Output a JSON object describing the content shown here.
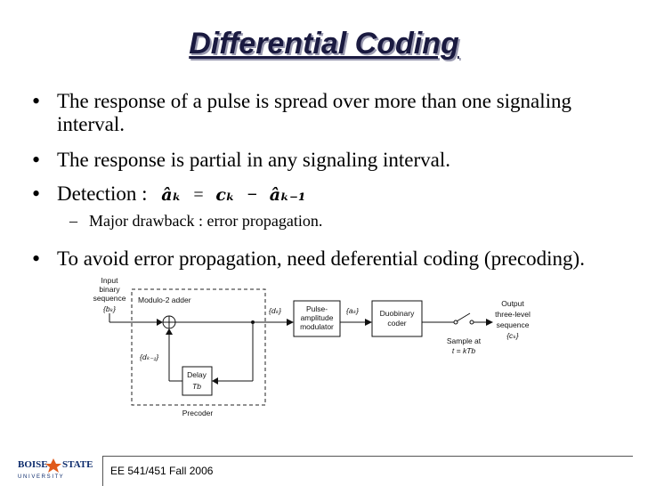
{
  "slide": {
    "title": "Differential Coding",
    "bullets": [
      {
        "line1": "The response of a pulse is spread over more than one signaling",
        "line2": "interval."
      },
      {
        "line1": "The response is partial in any signaling interval."
      },
      {
        "line1": "Detection :"
      },
      {
        "line1": "To avoid error propagation, need deferential coding (precoding)."
      }
    ],
    "detection_formula": {
      "lhs": "âₖ",
      "eq": "=",
      "c": "cₖ",
      "minus": "−",
      "rhs": "âₖ₋₁"
    },
    "sub_bullet": {
      "dash": "–",
      "text": "Major drawback : error propagation."
    }
  },
  "diagram": {
    "input_label_1": "Input",
    "input_label_2": "binary",
    "input_label_3": "sequence",
    "input_label_4": "{bₖ}",
    "modulo_label": "Modulo-2 adder",
    "dk_label": "{dₖ}",
    "dk1_label": "{dₖ₋₁}",
    "delay_label": "Delay",
    "delay_value": "Tb",
    "pam_label_1": "Pulse-",
    "pam_label_2": "amplitude",
    "pam_label_3": "modulator",
    "ak_label": "{aₖ}",
    "duo_label_1": "Duobinary",
    "duo_label_2": "coder",
    "sample_label_1": "Sample at",
    "sample_label_2": "t = kTb",
    "output_label_1": "Output",
    "output_label_2": "three-level",
    "output_label_3": "sequence",
    "output_label_4": "{cₖ}",
    "precoder_label": "Precoder"
  },
  "footer": {
    "course": "EE 541/451 Fall 2006",
    "logo_line1": "BOISE STATE",
    "logo_line2": "U N I V E R S I T Y"
  }
}
